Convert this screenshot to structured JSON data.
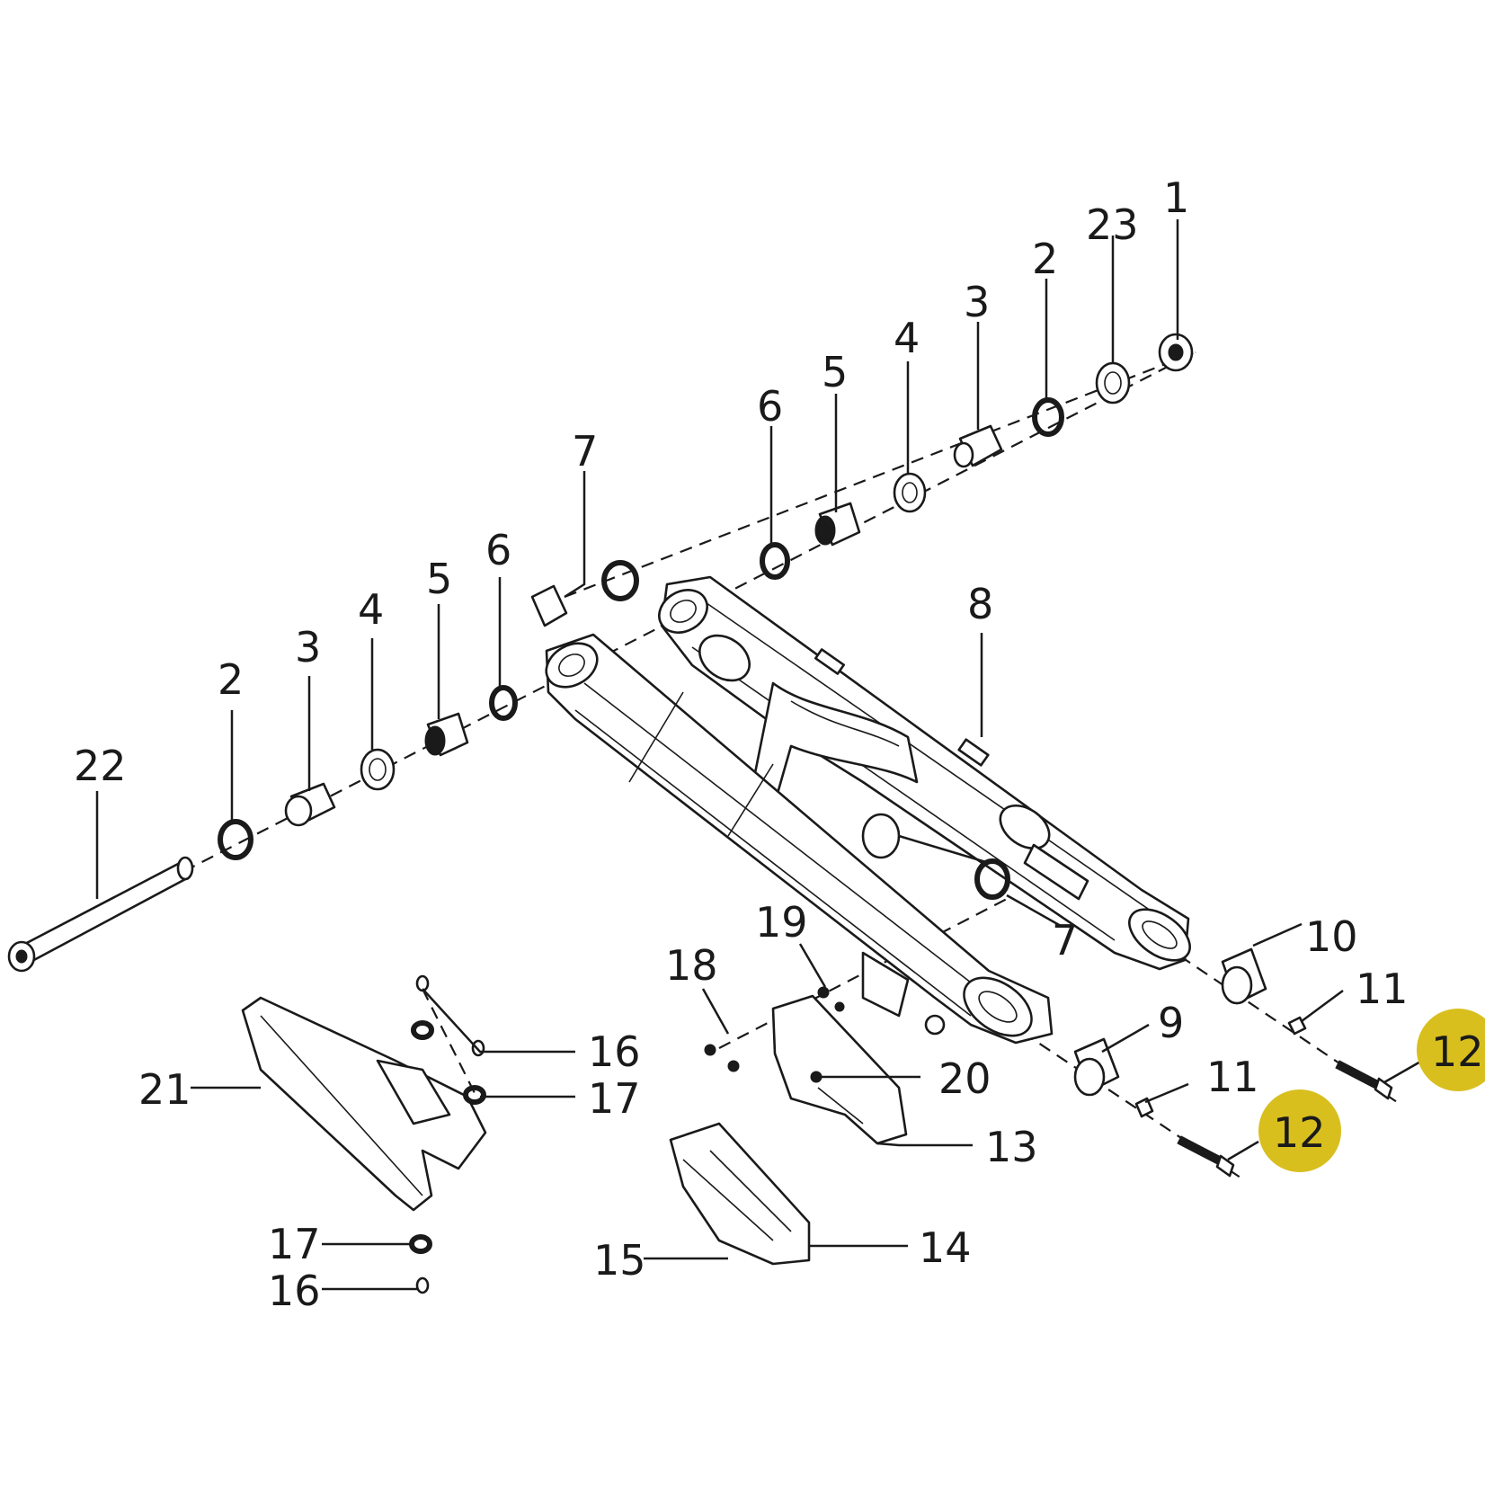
{
  "highlight_color": "#d8bf1e",
  "callouts": {
    "c1": "1",
    "c23": "23",
    "c2_top": "2",
    "c3_top": "3",
    "c4_top": "4",
    "c5_top": "5",
    "c6_top": "6",
    "c7_top": "7",
    "c8": "8",
    "c6_left": "6",
    "c5_left": "5",
    "c4_left": "4",
    "c3_left": "3",
    "c2_left": "2",
    "c22": "22",
    "c7_mid": "7",
    "c10": "10",
    "c11_top": "11",
    "c12_right": "12",
    "c19": "19",
    "c18": "18",
    "c9": "9",
    "c11_low": "11",
    "c12_low": "12",
    "c16_top": "16",
    "c17_top": "17",
    "c21": "21",
    "c20": "20",
    "c13": "13",
    "c17_low": "17",
    "c16_low": "16",
    "c15": "15",
    "c14": "14"
  }
}
